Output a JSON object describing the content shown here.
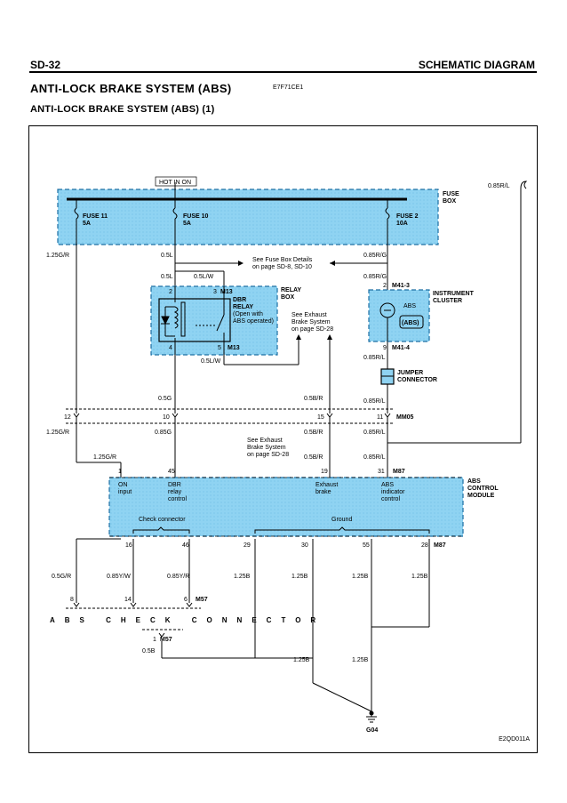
{
  "header": {
    "page": "SD-32",
    "section": "SCHEMATIC DIAGRAM"
  },
  "title": "ANTI-LOCK BRAKE SYSTEM (ABS)",
  "title_code": "E7F71CE1",
  "subtitle": "ANTI-LOCK BRAKE SYSTEM (ABS) (1)",
  "footer_code": "E2QD011A",
  "hot_label": "HOT IN ON",
  "fuse_box": {
    "label1": "FUSE",
    "label2": "BOX",
    "fuse11": "FUSE 11",
    "fuse11_amp": "5A",
    "fuse10": "FUSE 10",
    "fuse10_amp": "5A",
    "fuse2": "FUSE 2",
    "fuse2_amp": "10A"
  },
  "wires": {
    "w085RL_top": "0.85R/L",
    "w125GR_1": "1.25G/R",
    "w05L_1": "0.5L",
    "w085RG_1": "0.85R/G",
    "w05L_2": "0.5L",
    "w05LW_1": "0.5L/W",
    "w085RG_2": "0.85R/G",
    "w05LW_2": "0.5L/W",
    "w085RL_1": "0.85R/L",
    "w05G": "0.5G",
    "w05BR_1": "0.5B/R",
    "w085RL_2": "0.85R/L",
    "w125GR_2": "1.25G/R",
    "w085G": "0.85G",
    "w05BR_2": "0.5B/R",
    "w085RL_3": "0.85R/L",
    "w125GR_3": "1.25G/R",
    "w05BR_3": "0.5B/R",
    "w085RL_4": "0.85R/L",
    "w05GR": "0.5G/R",
    "w085YW": "0.85Y/W",
    "w085YR": "0.85Y/R",
    "w125B_1": "1.25B",
    "w125B_2": "1.25B",
    "w125B_3": "1.25B",
    "w125B_4": "1.25B",
    "w05B": "0.5B",
    "w125B_5": "1.25B",
    "w125B_6": "1.25B"
  },
  "notes": {
    "fusebox_details_1": "See Fuse Box Details",
    "fusebox_details_2": "on page SD-8, SD-10",
    "exhaust1_1": "See Exhaust",
    "exhaust1_2": "Brake System",
    "exhaust1_3": "on page SD-28",
    "exhaust2_1": "See Exhaust",
    "exhaust2_2": "Brake System",
    "exhaust2_3": "on page SD-28"
  },
  "relay": {
    "pin2": "2",
    "pin3": "3",
    "conn_top": "M13",
    "name1": "DBR",
    "name2": "RELAY",
    "note1": "(Open with",
    "note2": "ABS operated)",
    "pin4": "4",
    "pin5": "5",
    "conn_bottom": "M13",
    "box1": "RELAY",
    "box2": "BOX"
  },
  "cluster": {
    "pin_top": "2",
    "conn_top": "M41-3",
    "label1": "INSTRUMENT",
    "label2": "CLUSTER",
    "abs_text": "ABS",
    "abs_icon": "(ABS)",
    "pin_bottom": "9",
    "conn_bottom": "M41-4"
  },
  "jumper": {
    "label1": "JUMPER",
    "label2": "CONNECTOR"
  },
  "mm05": {
    "p12": "12",
    "p10": "10",
    "p15": "15",
    "p11": "11",
    "conn": "MM05"
  },
  "module": {
    "p1": "1",
    "p45": "45",
    "p19": "19",
    "p31": "31",
    "conn_top": "M87",
    "on_1": "ON",
    "on_2": "input",
    "dbr_1": "DBR",
    "dbr_2": "relay",
    "dbr_3": "control",
    "exh_1": "Exhaust",
    "exh_2": "brake",
    "abs_1": "ABS",
    "abs_2": "indicator",
    "abs_3": "control",
    "label1": "ABS",
    "label2": "CONTROL",
    "label3": "MODULE",
    "check_conn": "Check connector",
    "ground": "Ground",
    "p16": "16",
    "p46": "46",
    "p29": "29",
    "p30": "30",
    "p55": "55",
    "p28": "28",
    "conn_bottom": "M87"
  },
  "check_connector": {
    "p8": "8",
    "p14": "14",
    "p6": "6",
    "conn": "M57",
    "label": "ABS CHECK CONNECTOR",
    "p1": "1",
    "conn2": "M57"
  },
  "ground": {
    "label": "G04"
  },
  "colors": {
    "box_fill": "#8fd3f2",
    "box_border": "#1c6fa3"
  }
}
